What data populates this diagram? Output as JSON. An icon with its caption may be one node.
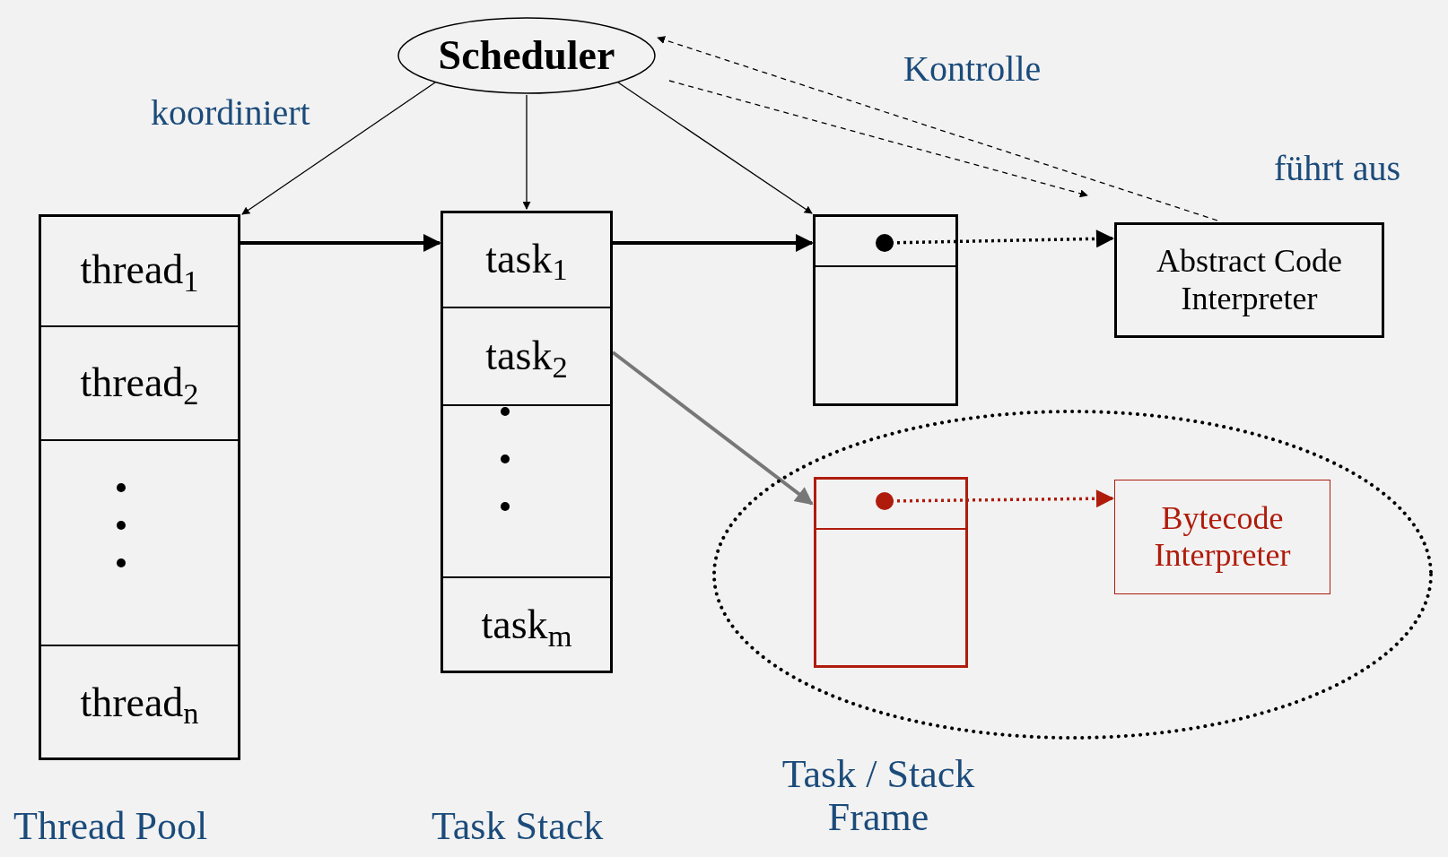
{
  "diagram": {
    "nodes": [
      {
        "text": [
          "Scheduler"
        ]
      },
      {
        "text": [],
        "shape": "box",
        "beside": [
          "Thread Pool"
        ]
      },
      {
        "text": [
          "thread$_{1}$"
        ],
        "in": 1
      },
      {
        "text": [
          "thread$_{2}$"
        ],
        "in": 1
      },
      {
        "text": [],
        "shape": "box",
        "in": 1
      },
      {
        "text": [
          "thread$_{n}$"
        ],
        "in": 1
      },
      {
        "text": [],
        "shape": "box",
        "beside": [
          "Task Stack"
        ]
      },
      {
        "text": [
          "task$_{1}$"
        ],
        "in": 6
      },
      {
        "text": [
          "task$_{2}$"
        ],
        "in": 6
      },
      {
        "text": [],
        "shape": "box",
        "in": 6
      },
      {
        "text": [
          "task$_{m}$"
        ],
        "in": 6
      },
      {
        "text": [],
        "shape": "box"
      },
      {
        "text": [],
        "shape": "box",
        "in": 11
      },
      {
        "text": [],
        "shape": "box",
        "in": 11
      },
      {
        "text": [
          "Abstract Code Interpreter"
        ]
      },
      {
        "text": [],
        "shape": "circle"
      },
      {
        "text": [],
        "shape": "box",
        "in": 15
      },
      {
        "text": [],
        "shape": "box",
        "in": 16
      },
      {
        "text": [],
        "shape": "box",
        "in": 16
      },
      {
        "text": [
          "Bytecode Interpreter"
        ],
        "in": 15
      }
    ],
    "edges": [
      {
        "from": 0,
        "to": 1,
        "arrow": "to",
        "label": "koordiniert"
      },
      {
        "from": 0,
        "to": 6,
        "arrow": "to"
      },
      {
        "from": 0,
        "to": 11,
        "arrow": "to"
      },
      {
        "from": 0,
        "to": 14,
        "arrow": "to",
        "style": "dashed",
        "label": "Kontrolle"
      },
      {
        "from": 14,
        "to": 0,
        "arrow": "to",
        "style": "dashed",
        "label": "führt aus"
      },
      {
        "from": 2,
        "to": 7,
        "arrow": "to",
        "style": "thick"
      },
      {
        "from": 7,
        "to": 12,
        "arrow": "to",
        "style": "thick"
      },
      {
        "from": 12,
        "to": 14,
        "arrow": "to",
        "style": "dashed"
      },
      {
        "from": 8,
        "to": 16,
        "arrow": "to",
        "style": "thick",
        "color": "#777777"
      },
      {
        "from": 17,
        "to": 19,
        "arrow": "to",
        "style": "dashed",
        "color": "#b01c0c"
      }
    ],
    "labels": [
      "Task / Stack Frame"
    ]
  }
}
